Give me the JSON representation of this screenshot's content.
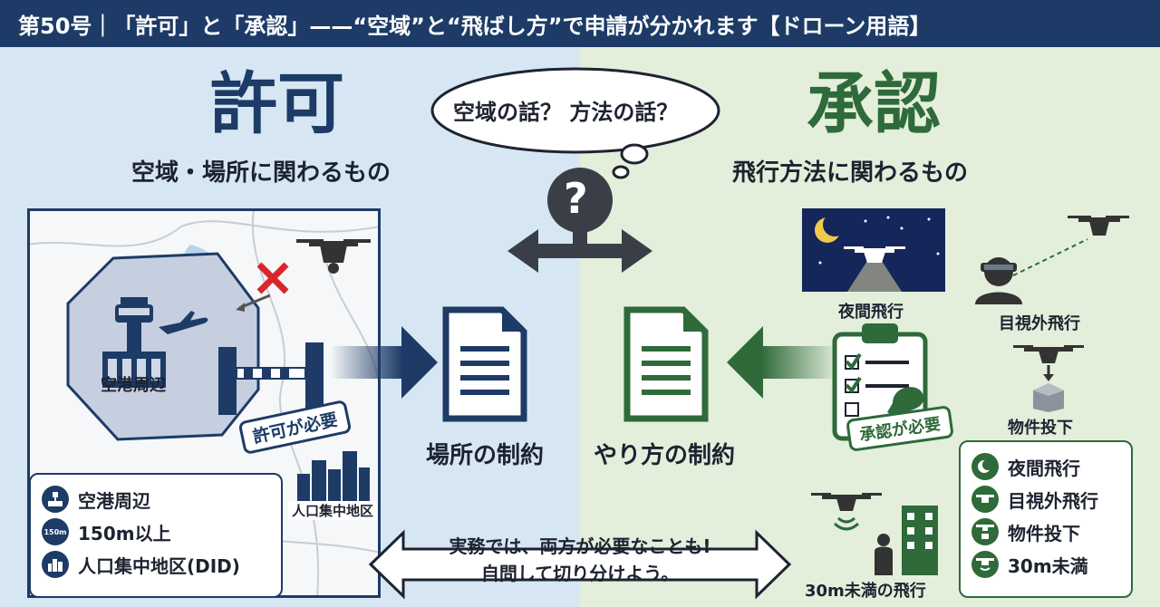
{
  "header": {
    "title": "第50号｜「許可」と「承認」——“空域”と“飛ばし方”で申請が分かれます【ドローン用語】"
  },
  "left": {
    "title": "許可",
    "subtitle": "空域・場所に関わるもの",
    "airport_label": "空港周辺",
    "permit_badge": "許可が必要",
    "did_label": "人口集中地区",
    "doc_label": "場所の制約",
    "legend": [
      {
        "icon": "airport-icon",
        "label": "空港周辺"
      },
      {
        "icon": "height-150m-icon",
        "label": "150m以上"
      },
      {
        "icon": "city-icon",
        "label": "人口集中地区(DID)"
      }
    ],
    "height_icon_text": "150m"
  },
  "center": {
    "bubble": "空域の話？ 方法の話？",
    "question_mark": "?",
    "bottom_note_line1": "実務では、両方が必要なことも!",
    "bottom_note_line2": "自問して切り分けよう。"
  },
  "right": {
    "title": "承認",
    "subtitle": "飛行方法に関わるもの",
    "night_label": "夜間飛行",
    "bvlos_label": "目視外飛行",
    "drop_label": "物件投下",
    "near30_label": "30m未満の飛行",
    "approve_badge": "承認が必要",
    "doc_label": "やり方の制約",
    "legend": [
      {
        "icon": "moon-icon",
        "label": "夜間飛行"
      },
      {
        "icon": "drone-icon",
        "label": "目視外飛行"
      },
      {
        "icon": "drop-icon",
        "label": "物件投下"
      },
      {
        "icon": "drone-near-icon",
        "label": "30m未満"
      }
    ]
  },
  "colors": {
    "navy": "#1d3b66",
    "green": "#2e6a3a",
    "red": "#d8262b"
  }
}
